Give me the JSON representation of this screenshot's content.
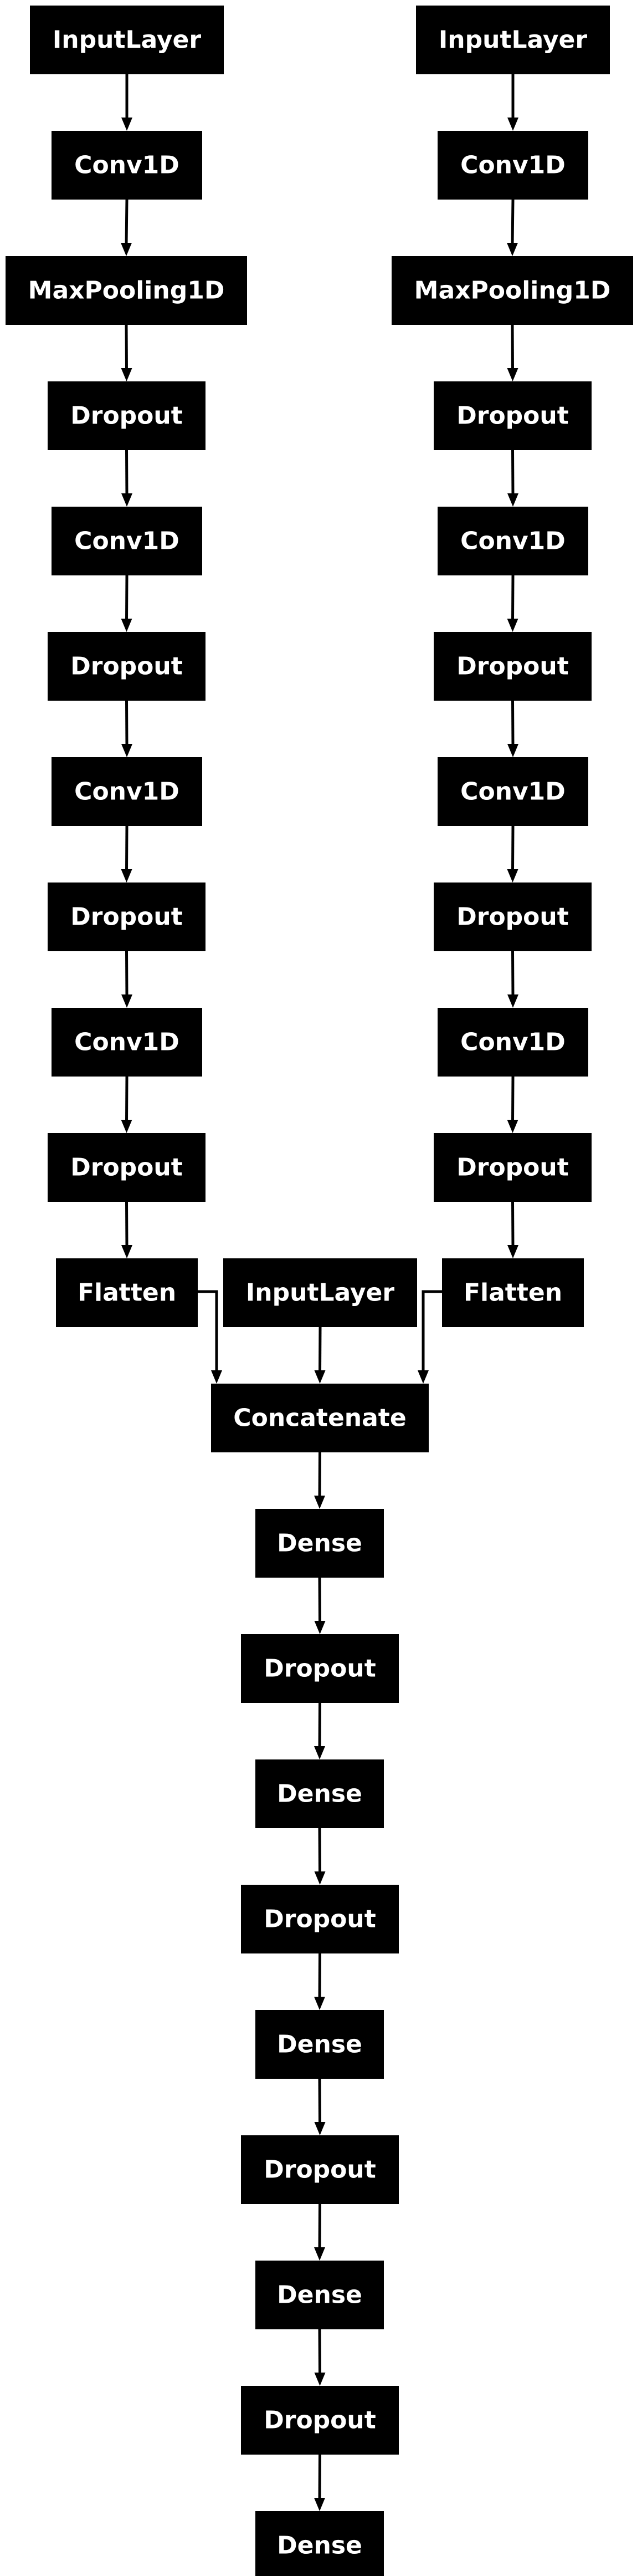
{
  "diagram": {
    "title": "",
    "colors": {
      "node_fill": "#000000",
      "node_text": "#ffffff",
      "edge": "#000000",
      "background": "#ffffff"
    },
    "nodes": [
      {
        "id": "input_left",
        "label": "InputLayer"
      },
      {
        "id": "conv_left_1",
        "label": "Conv1D"
      },
      {
        "id": "pool_left",
        "label": "MaxPooling1D"
      },
      {
        "id": "drop_left_1",
        "label": "Dropout"
      },
      {
        "id": "conv_left_2",
        "label": "Conv1D"
      },
      {
        "id": "drop_left_2",
        "label": "Dropout"
      },
      {
        "id": "conv_left_3",
        "label": "Conv1D"
      },
      {
        "id": "drop_left_3",
        "label": "Dropout"
      },
      {
        "id": "conv_left_4",
        "label": "Conv1D"
      },
      {
        "id": "drop_left_4",
        "label": "Dropout"
      },
      {
        "id": "flatten_left",
        "label": "Flatten"
      },
      {
        "id": "input_right",
        "label": "InputLayer"
      },
      {
        "id": "conv_right_1",
        "label": "Conv1D"
      },
      {
        "id": "pool_right",
        "label": "MaxPooling1D"
      },
      {
        "id": "drop_right_1",
        "label": "Dropout"
      },
      {
        "id": "conv_right_2",
        "label": "Conv1D"
      },
      {
        "id": "drop_right_2",
        "label": "Dropout"
      },
      {
        "id": "conv_right_3",
        "label": "Conv1D"
      },
      {
        "id": "drop_right_3",
        "label": "Dropout"
      },
      {
        "id": "conv_right_4",
        "label": "Conv1D"
      },
      {
        "id": "drop_right_4",
        "label": "Dropout"
      },
      {
        "id": "flatten_right",
        "label": "Flatten"
      },
      {
        "id": "input_middle",
        "label": "InputLayer"
      },
      {
        "id": "concat",
        "label": "Concatenate"
      },
      {
        "id": "dense_1",
        "label": "Dense"
      },
      {
        "id": "drop_mid_1",
        "label": "Dropout"
      },
      {
        "id": "dense_2",
        "label": "Dense"
      },
      {
        "id": "drop_mid_2",
        "label": "Dropout"
      },
      {
        "id": "dense_3",
        "label": "Dense"
      },
      {
        "id": "drop_mid_3",
        "label": "Dropout"
      },
      {
        "id": "dense_4",
        "label": "Dense"
      },
      {
        "id": "drop_mid_4",
        "label": "Dropout"
      },
      {
        "id": "dense_5",
        "label": "Dense"
      }
    ],
    "edges": [
      {
        "from": "input_left",
        "to": "conv_left_1"
      },
      {
        "from": "conv_left_1",
        "to": "pool_left"
      },
      {
        "from": "pool_left",
        "to": "drop_left_1"
      },
      {
        "from": "drop_left_1",
        "to": "conv_left_2"
      },
      {
        "from": "conv_left_2",
        "to": "drop_left_2"
      },
      {
        "from": "drop_left_2",
        "to": "conv_left_3"
      },
      {
        "from": "conv_left_3",
        "to": "drop_left_3"
      },
      {
        "from": "drop_left_3",
        "to": "conv_left_4"
      },
      {
        "from": "conv_left_4",
        "to": "drop_left_4"
      },
      {
        "from": "drop_left_4",
        "to": "flatten_left"
      },
      {
        "from": "input_right",
        "to": "conv_right_1"
      },
      {
        "from": "conv_right_1",
        "to": "pool_right"
      },
      {
        "from": "pool_right",
        "to": "drop_right_1"
      },
      {
        "from": "drop_right_1",
        "to": "conv_right_2"
      },
      {
        "from": "conv_right_2",
        "to": "drop_right_2"
      },
      {
        "from": "drop_right_2",
        "to": "conv_right_3"
      },
      {
        "from": "conv_right_3",
        "to": "drop_right_3"
      },
      {
        "from": "drop_right_3",
        "to": "conv_right_4"
      },
      {
        "from": "conv_right_4",
        "to": "drop_right_4"
      },
      {
        "from": "drop_right_4",
        "to": "flatten_right"
      },
      {
        "from": "flatten_left",
        "to": "concat"
      },
      {
        "from": "input_middle",
        "to": "concat"
      },
      {
        "from": "flatten_right",
        "to": "concat"
      },
      {
        "from": "concat",
        "to": "dense_1"
      },
      {
        "from": "dense_1",
        "to": "drop_mid_1"
      },
      {
        "from": "drop_mid_1",
        "to": "dense_2"
      },
      {
        "from": "dense_2",
        "to": "drop_mid_2"
      },
      {
        "from": "drop_mid_2",
        "to": "dense_3"
      },
      {
        "from": "dense_3",
        "to": "drop_mid_3"
      },
      {
        "from": "drop_mid_3",
        "to": "dense_4"
      },
      {
        "from": "dense_4",
        "to": "drop_mid_4"
      },
      {
        "from": "drop_mid_4",
        "to": "dense_5"
      }
    ]
  }
}
